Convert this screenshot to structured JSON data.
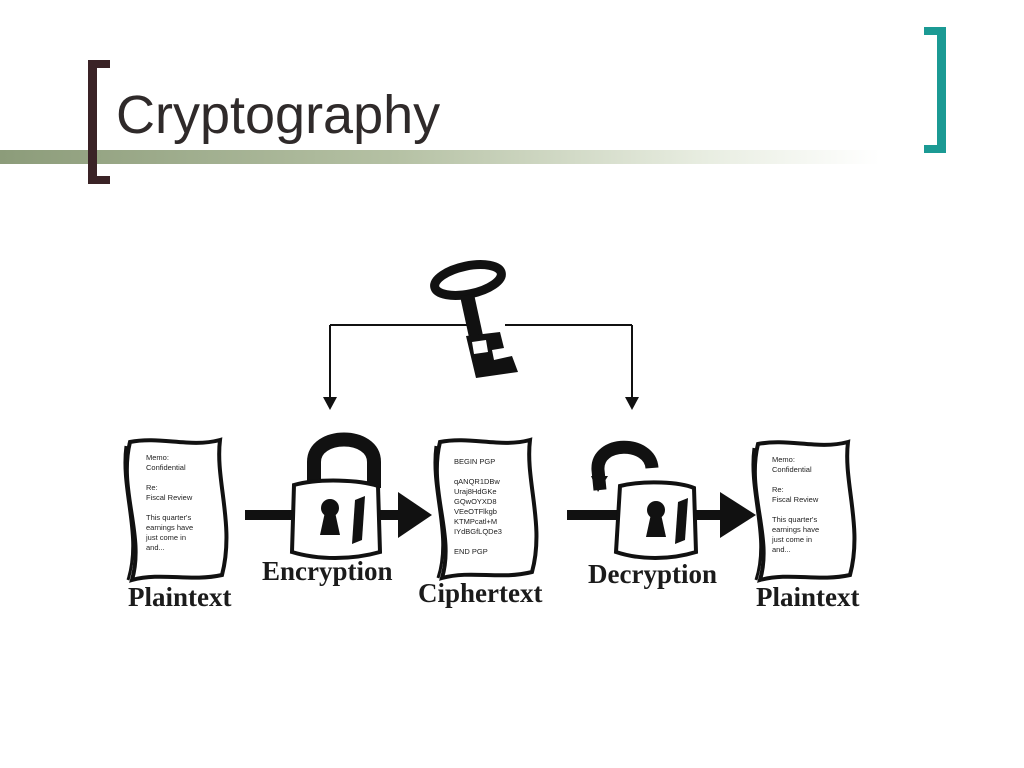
{
  "slide": {
    "title": "Cryptography",
    "accent_color": "#1b9a94",
    "bracket_color": "#3a2326"
  },
  "diagram": {
    "labels": {
      "plaintext_left": "Plaintext",
      "encryption": "Encryption",
      "ciphertext": "Ciphertext",
      "decryption": "Decryption",
      "plaintext_right": "Plaintext"
    },
    "plain_doc_lines": [
      "Memo:",
      "Confidential",
      "",
      "Re:",
      "Fiscal Review",
      "",
      "This quarter's",
      "earnings have",
      "just come in",
      "and..."
    ],
    "cipher_doc_lines": [
      "BEGIN PGP",
      "",
      "qANQR1DBw",
      "Uraj8HdGKe",
      "GQwOYXD8",
      "VEeOTFlkgb",
      "KTMPcatl+M",
      "IYdBGfLQDe3",
      "",
      "END PGP"
    ]
  }
}
